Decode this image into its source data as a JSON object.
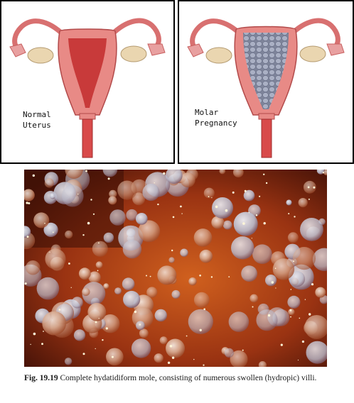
{
  "panels": {
    "normal": {
      "label_line1": "Normal",
      "label_line2": "Uterus"
    },
    "molar": {
      "label_line1": "Molar",
      "label_line2": "Pregnancy"
    }
  },
  "figure": {
    "number": "Fig. 19.19",
    "caption": "Complete hydatidiform mole, consisting of numerous swollen (hydropic) villi."
  },
  "colors": {
    "uterus_wall": "#e88a86",
    "uterus_inner": "#c83a3a",
    "vesicles": "#9ea4b8",
    "photo_base": "#8a2a10"
  }
}
